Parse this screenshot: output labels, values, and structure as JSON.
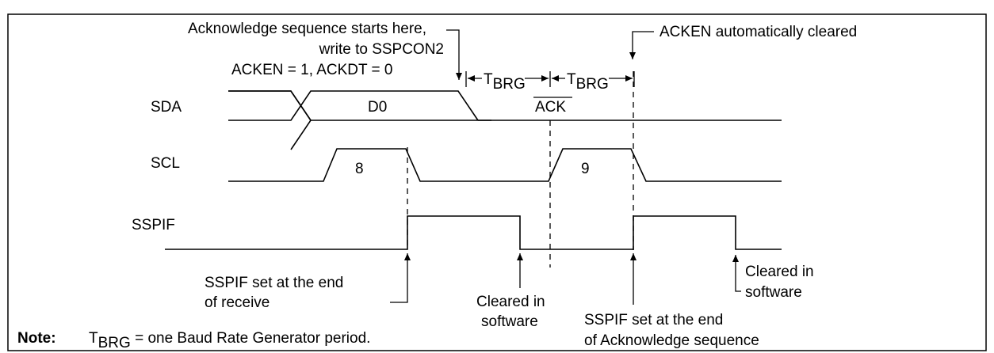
{
  "figure": {
    "title_partial": "…"
  },
  "signals": {
    "sda": "SDA",
    "scl": "SCL",
    "sspif": "SSPIF"
  },
  "data_bits": {
    "d0": "D0",
    "clock8": "8",
    "clock9": "9",
    "ack": "ACK"
  },
  "annotations": {
    "ack_start_line1": "Acknowledge sequence starts here,",
    "ack_start_line2": "write to SSPCON2",
    "acken_text": "ACKEN = ",
    "acken_val": "1",
    "ackdt_text": ", ACKDT = ",
    "ackdt_val": "0",
    "acken_cleared": "ACKEN automatically cleared",
    "tbrg_main": "T",
    "tbrg_sub": "BRG",
    "sspif_set_receive_1": "SSPIF set at the end",
    "sspif_set_receive_2": "of receive",
    "cleared_sw_1_line1": "Cleared in",
    "cleared_sw_1_line2": "software",
    "sspif_set_ack_1": "SSPIF set at the end",
    "sspif_set_ack_2": "of Acknowledge sequence",
    "cleared_sw_2_line1": "Cleared in",
    "cleared_sw_2_line2": "software"
  },
  "note": {
    "label": "Note:",
    "t_main": "T",
    "t_sub": "BRG",
    "text": " = one Baud Rate Generator period."
  }
}
